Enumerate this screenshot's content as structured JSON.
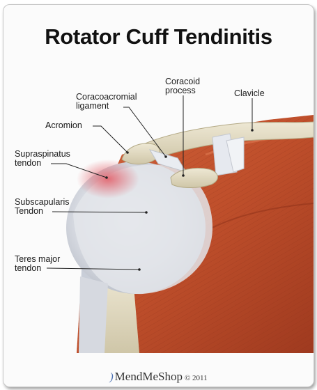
{
  "title": "Rotator Cuff Tendinitis",
  "labels": {
    "coracoid": "Coracoid\nprocess",
    "clavicle": "Clavicle",
    "coracoacromial": "Coracoacromial\nligament",
    "acromion": "Acromion",
    "supraspinatus": "Supraspinatus\ntendon",
    "subscapularis": "Subscapularis\nTendon",
    "teres": "Teres major\ntendon"
  },
  "footer": {
    "brand": "MendMeShop",
    "copyright": "© 2011"
  },
  "colors": {
    "muscle": "#c2542e",
    "bone": "#e4ddc6",
    "tendon": "#dcdfe5",
    "inflamed": "#e46d72"
  }
}
